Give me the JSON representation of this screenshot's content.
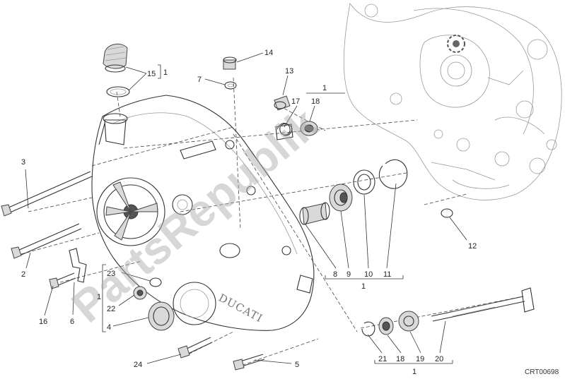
{
  "callouts": [
    {
      "id": "c1",
      "text": "1"
    },
    {
      "id": "c2",
      "text": "2"
    },
    {
      "id": "c3",
      "text": "3"
    },
    {
      "id": "c4",
      "text": "4"
    },
    {
      "id": "c5",
      "text": "5"
    },
    {
      "id": "c6",
      "text": "6"
    },
    {
      "id": "c7",
      "text": "7"
    },
    {
      "id": "c8",
      "text": "8"
    },
    {
      "id": "c9",
      "text": "9"
    },
    {
      "id": "c10",
      "text": "10"
    },
    {
      "id": "c11",
      "text": "11"
    },
    {
      "id": "c12",
      "text": "12"
    },
    {
      "id": "c13",
      "text": "13"
    },
    {
      "id": "c14",
      "text": "14"
    },
    {
      "id": "c15",
      "text": "15"
    },
    {
      "id": "c16",
      "text": "16"
    },
    {
      "id": "c17",
      "text": "17"
    },
    {
      "id": "c18",
      "text": "18"
    },
    {
      "id": "c20",
      "text": "20"
    },
    {
      "id": "c21",
      "text": "21"
    },
    {
      "id": "c22",
      "text": "22"
    },
    {
      "id": "c23",
      "text": "23"
    },
    {
      "id": "c24",
      "text": "24"
    }
  ],
  "groups": {
    "top_kit": {
      "label": "1",
      "items": [
        "17",
        "18"
      ]
    },
    "right_kit": {
      "label": "1",
      "items": [
        "8",
        "9",
        "10",
        "11"
      ]
    },
    "bottom_kit": {
      "label": "1",
      "items": [
        "21",
        "18",
        "19",
        "20"
      ]
    },
    "left_kit": {
      "label": "1",
      "items": [
        "23",
        "22",
        "4"
      ]
    },
    "cap_kit": {
      "label": "1",
      "items": [
        "15"
      ]
    }
  },
  "brand_text": "DUCATI",
  "watermark": "PartsRepublik",
  "drawing_code": "CRT00698"
}
